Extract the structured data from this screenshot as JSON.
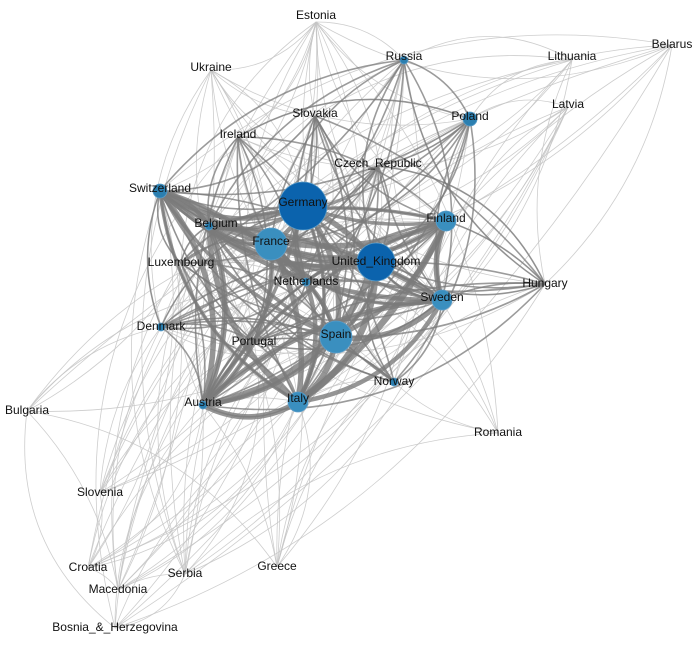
{
  "diagram": {
    "type": "network",
    "colors": {
      "edge_thin": "#c4c4c4",
      "edge_thick": "#7a7a7a",
      "node_large": "#0b63ad",
      "node_medium": "#3a8fbf",
      "node_small": "#2b7fb0",
      "label": "#111111"
    },
    "nodes": [
      {
        "id": "estonia",
        "label": "Estonia",
        "size": 0
      },
      {
        "id": "russia",
        "label": "Russia",
        "size": 1
      },
      {
        "id": "lithuania",
        "label": "Lithuania",
        "size": 0
      },
      {
        "id": "belarus",
        "label": "Belarus",
        "size": 0
      },
      {
        "id": "ukraine",
        "label": "Ukraine",
        "size": 0
      },
      {
        "id": "latvia",
        "label": "Latvia",
        "size": 0
      },
      {
        "id": "slovakia",
        "label": "Slovakia",
        "size": 0
      },
      {
        "id": "poland",
        "label": "Poland",
        "size": 2
      },
      {
        "id": "ireland",
        "label": "Ireland",
        "size": 0
      },
      {
        "id": "czech_republic",
        "label": "Czech_Republic",
        "size": 0
      },
      {
        "id": "switzerland",
        "label": "Switzerland",
        "size": 2
      },
      {
        "id": "germany",
        "label": "Germany",
        "size": 6
      },
      {
        "id": "finland",
        "label": "Finland",
        "size": 3
      },
      {
        "id": "belgium",
        "label": "Belgium",
        "size": 1
      },
      {
        "id": "france",
        "label": "France",
        "size": 4
      },
      {
        "id": "united_kingdom",
        "label": "United_Kingdom",
        "size": 5
      },
      {
        "id": "luxembourg",
        "label": "Luxembourg",
        "size": 0
      },
      {
        "id": "netherlands",
        "label": "Netherlands",
        "size": 1
      },
      {
        "id": "hungary",
        "label": "Hungary",
        "size": 0
      },
      {
        "id": "sweden",
        "label": "Sweden",
        "size": 3
      },
      {
        "id": "denmark",
        "label": "Denmark",
        "size": 1
      },
      {
        "id": "spain",
        "label": "Spain",
        "size": 4
      },
      {
        "id": "portugal",
        "label": "Portugal",
        "size": 0
      },
      {
        "id": "norway",
        "label": "Norway",
        "size": 1
      },
      {
        "id": "bulgaria",
        "label": "Bulgaria",
        "size": 0
      },
      {
        "id": "austria",
        "label": "Austria",
        "size": 1
      },
      {
        "id": "italy",
        "label": "Italy",
        "size": 3
      },
      {
        "id": "romania",
        "label": "Romania",
        "size": 0
      },
      {
        "id": "slovenia",
        "label": "Slovenia",
        "size": 0
      },
      {
        "id": "croatia",
        "label": "Croatia",
        "size": 0
      },
      {
        "id": "serbia",
        "label": "Serbia",
        "size": 0
      },
      {
        "id": "greece",
        "label": "Greece",
        "size": 0
      },
      {
        "id": "macedonia",
        "label": "Macedonia",
        "size": 0
      },
      {
        "id": "bosnia",
        "label": "Bosnia_&_Herzegovina",
        "size": 0
      }
    ]
  }
}
